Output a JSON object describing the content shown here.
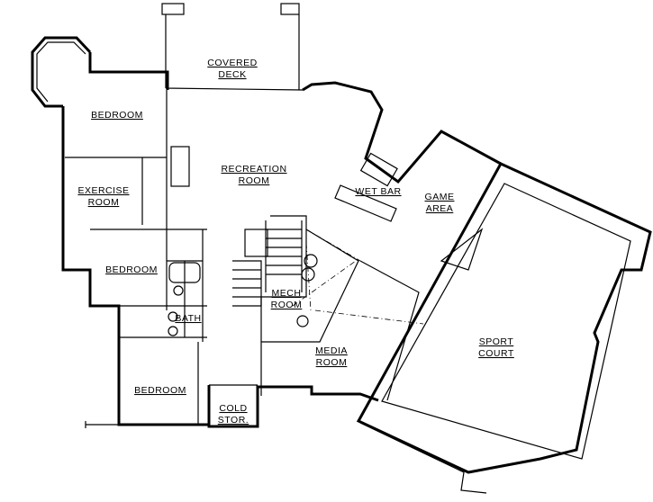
{
  "rooms": {
    "covered_deck": [
      "COVERED",
      "DECK"
    ],
    "bedroom_1": "BEDROOM",
    "exercise_room": [
      "EXERCISE",
      "ROOM"
    ],
    "recreation_room": [
      "RECREATION",
      "ROOM"
    ],
    "wet_bar": "WET BAR",
    "game_area": [
      "GAME",
      "AREA"
    ],
    "bedroom_2": "BEDROOM",
    "bath": "BATH",
    "mech_room": [
      "MECH",
      "ROOM"
    ],
    "media_room": [
      "MEDIA",
      "ROOM"
    ],
    "sport_court": [
      "SPORT",
      "COURT"
    ],
    "bedroom_3": "BEDROOM",
    "cold_storage": [
      "COLD",
      "STOR."
    ]
  }
}
